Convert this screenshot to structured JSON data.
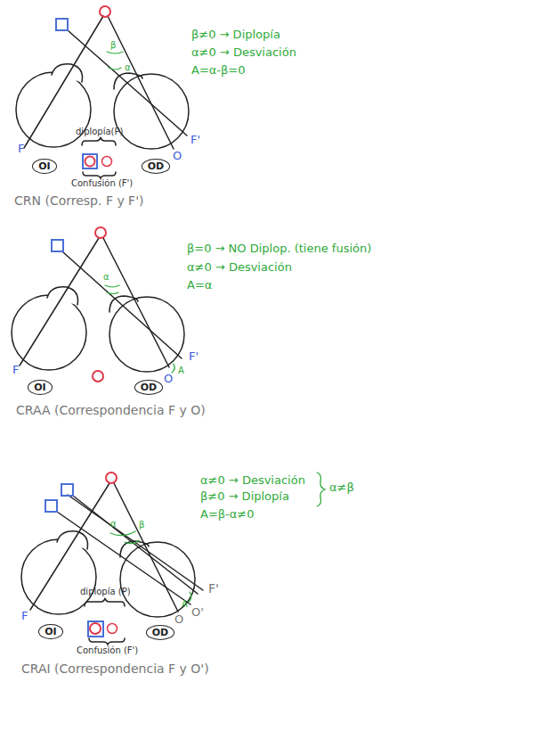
{
  "diagram": {
    "nodes": [
      {
        "text": [
          "OI"
        ]
      },
      {
        "text": [
          "OD"
        ]
      },
      {
        "text": [
          "OI"
        ]
      },
      {
        "text": [
          "OD"
        ]
      },
      {
        "text": [
          "OI"
        ]
      },
      {
        "text": [
          "OD"
        ]
      }
    ],
    "labels": [
      "β≠0 → Diplopía",
      "α≠0 → Desviación",
      "A=α-β=0",
      "β",
      "α",
      "F",
      "F'",
      "O",
      "diplopía(P)",
      "Confusión (F')",
      "CRN (Corresp. F y F')",
      "β=0 → NO Diplop. (tiene fusión)",
      "α≠0 → Desviación",
      "A=α",
      "α",
      "F",
      "F'",
      "O",
      "A",
      "CRAA (Correspondencia F y O)",
      "α≠0 → Desviación",
      "β≠0 → Diplopía",
      "A=β-α≠0",
      "α≠β",
      "α",
      "β",
      "A",
      "F",
      "F'",
      "O",
      "O'",
      "diplopía (P)",
      "Confusión (F')",
      "CRAI (Correspondencia F y O')"
    ]
  }
}
